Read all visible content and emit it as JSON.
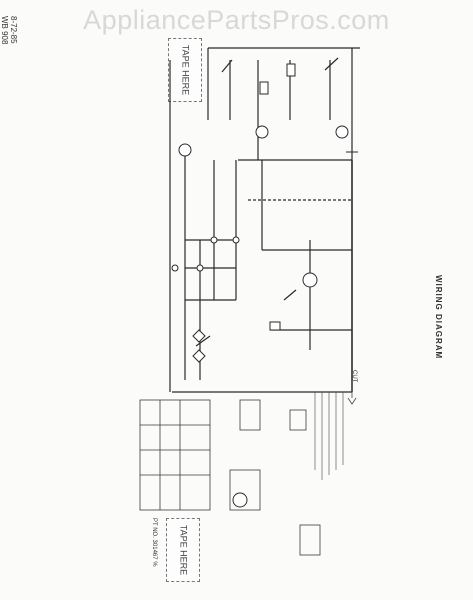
{
  "watermark": "AppliancePartsPros.com",
  "doc_header": {
    "date": "8-72-85",
    "code": "WB 908"
  },
  "diagram": {
    "title": "WIRING DIAGRAM",
    "part_number": "PT NO. 301467 %",
    "tape_label_top": "TAPE HERE",
    "tape_label_bottom": "TAPE HERE",
    "cut_marker": "CUT"
  }
}
